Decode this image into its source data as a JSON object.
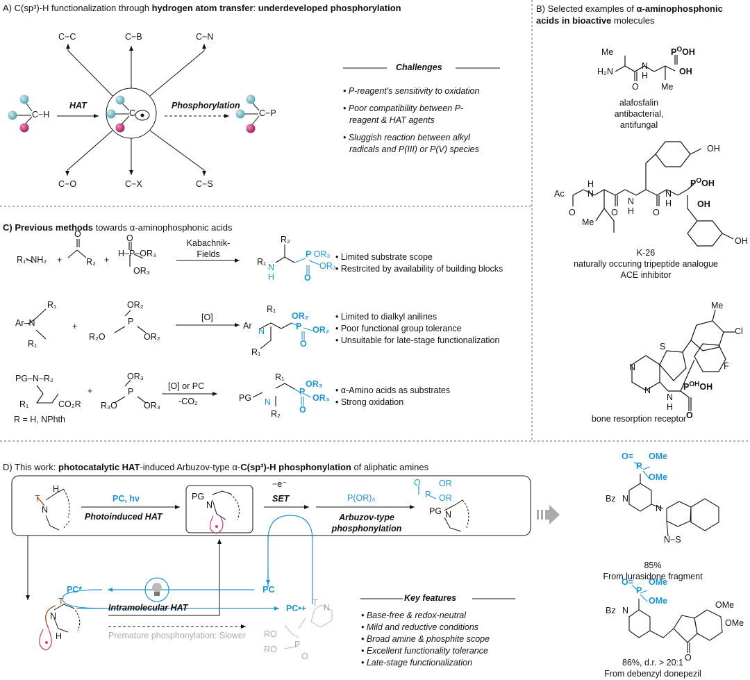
{
  "panelA": {
    "title_prefix": "A) C(sp³)-H functionalization through ",
    "title_bold1": "hydrogen atom transfer",
    "title_colon": ": ",
    "title_bold2": "underdeveloped phosphorylation",
    "bonds": [
      "C−C",
      "C−B",
      "C−N",
      "C−O",
      "C−X",
      "C−S"
    ],
    "start_label": "C−H",
    "hat_label": "HAT",
    "phos_label": "Phosphorylation",
    "product_label": "C−P",
    "challenges_title": "Challenges",
    "challenges": [
      "• P-reagent's sensitivity to oxidation",
      "• Poor compatibility between P-",
      "  reagent & HAT agents",
      "• Sluggish reaction between alkyl",
      "  radicals and P(III) or P(V) species"
    ]
  },
  "panelB": {
    "title_prefix": "B) Selected examples of ",
    "title_bold1": "α-aminophosphonic",
    "title_bold2": "acids in bioactive",
    "title_suffix": " molecules",
    "mol1_caption": [
      "alafosfalin",
      "antibacterial,",
      "antifungal"
    ],
    "mol2_caption": [
      "K-26",
      "naturally occuring tripeptide analogue",
      "ACE inhibitor"
    ],
    "mol3_caption": [
      "bone resorption receptor"
    ]
  },
  "panelC": {
    "title_bold": "C) Previous methods",
    "title_suffix": " towards α-aminophosphonic acids",
    "row1_reagent": "Kabachnik-\nFields",
    "row1_bullets": [
      "• Limited substrate scope",
      "• Restrcited by availability of building blocks"
    ],
    "row2_reagent": "[O]",
    "row2_bullets": [
      "• Limited to dialkyl anilines",
      "• Poor functional group tolerance",
      "• Unsuitable for late-stage functionalization"
    ],
    "row3_reagent1": "[O] or PC",
    "row3_reagent2": "-CO₂",
    "row3_bullets": [
      "• α-Amino acids as substrates",
      "• Strong oxidation"
    ],
    "r_note": "R = H, NPhth"
  },
  "panelD": {
    "title_prefix": "D) This work: ",
    "title_bold1": "photocatalytic HAT",
    "title_mid": "-induced Arbuzov-type α-",
    "title_bold2": "C(sp³)-H phosphonylation",
    "title_suffix": " of aliphatic amines",
    "pc_hv": "PC, hν",
    "photo_hat": "Photoinduced HAT",
    "minus_e": "−e⁻",
    "set": "SET",
    "por3": "P(OR)₃",
    "arbuzov1": "Arbuzov-type",
    "arbuzov2": "phosphonylation",
    "pc_star": "PC*",
    "pc": "PC",
    "pc_radical": "PC•+",
    "intramolecular_hat": "Intramolecular HAT",
    "premature": "Premature phosphonylation: Slower",
    "key_title": "Key features",
    "key_features": [
      "• Base-free & redox-neutral",
      "• Mild and reductive conditions",
      "• Broad amine & phosphite scope",
      "• Excellent functionality tolerance",
      "• Late-stage functionalization"
    ],
    "ex1_yield": "85%",
    "ex1_from": "From lurasidone fragment",
    "ex2_yield": "86%, d.r. > 20:1",
    "ex2_from": "From debenzyl donepezil"
  },
  "colors": {
    "accent_blue": "#1f93d0",
    "teal_ball": "#7fbcc2",
    "magenta_ball": "#c2447a",
    "brown_T": "#a0521c",
    "grey": "#aaaaaa"
  }
}
